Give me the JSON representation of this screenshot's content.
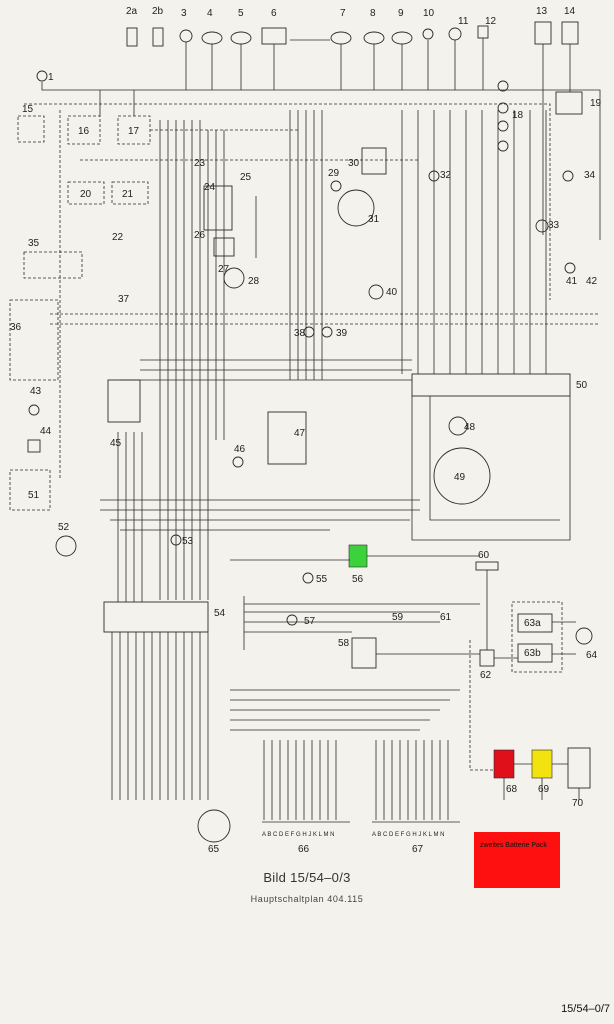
{
  "caption": {
    "title": "Bild 15/54–0/3",
    "subtitle": "Hauptschaltplan 404.115"
  },
  "page_ref": "15/54–0/7",
  "note": {
    "text": "zweites Batterie Pack",
    "color": "#ff1010"
  },
  "highlights": {
    "green": "#3bd23b",
    "red": "#e0101a",
    "yellow": "#f2e20f"
  },
  "component_labels": {
    "c1": "1",
    "c2a": "2a",
    "c2b": "2b",
    "c3": "3",
    "c4": "4",
    "c5": "5",
    "c6": "6",
    "c7": "7",
    "c8": "8",
    "c9": "9",
    "c10": "10",
    "c11": "11",
    "c12": "12",
    "c13": "13",
    "c14": "14",
    "c15": "15",
    "c16": "16",
    "c17": "17",
    "c18": "18",
    "c19": "19",
    "c20": "20",
    "c21": "21",
    "c22": "22",
    "c23": "23",
    "c24": "24",
    "c25": "25",
    "c26": "26",
    "c27": "27",
    "c28": "28",
    "c29": "29",
    "c30": "30",
    "c31": "31",
    "c32": "32",
    "c33": "33",
    "c34": "34",
    "c35": "35",
    "c36": "36",
    "c37": "37",
    "c38": "38",
    "c39": "39",
    "c40": "40",
    "c41": "41",
    "c42": "42",
    "c43": "43",
    "c44": "44",
    "c45": "45",
    "c46": "46",
    "c47": "47",
    "c48": "48",
    "c49": "49",
    "c50": "50",
    "c51": "51",
    "c52": "52",
    "c53": "53",
    "c54": "54",
    "c55": "55",
    "c56": "56",
    "c57": "57",
    "c58": "58",
    "c59": "59",
    "c60": "60",
    "c61": "61",
    "c62": "62",
    "c63a": "63a",
    "c63b": "63b",
    "c64": "64",
    "c65": "65",
    "c66": "66",
    "c67": "67",
    "c68": "68",
    "c69": "69",
    "c70": "70"
  },
  "connector_letters_66": "A B C D E F G H J K L M N",
  "connector_letters_67": "A B C D E F G H J K L M N"
}
